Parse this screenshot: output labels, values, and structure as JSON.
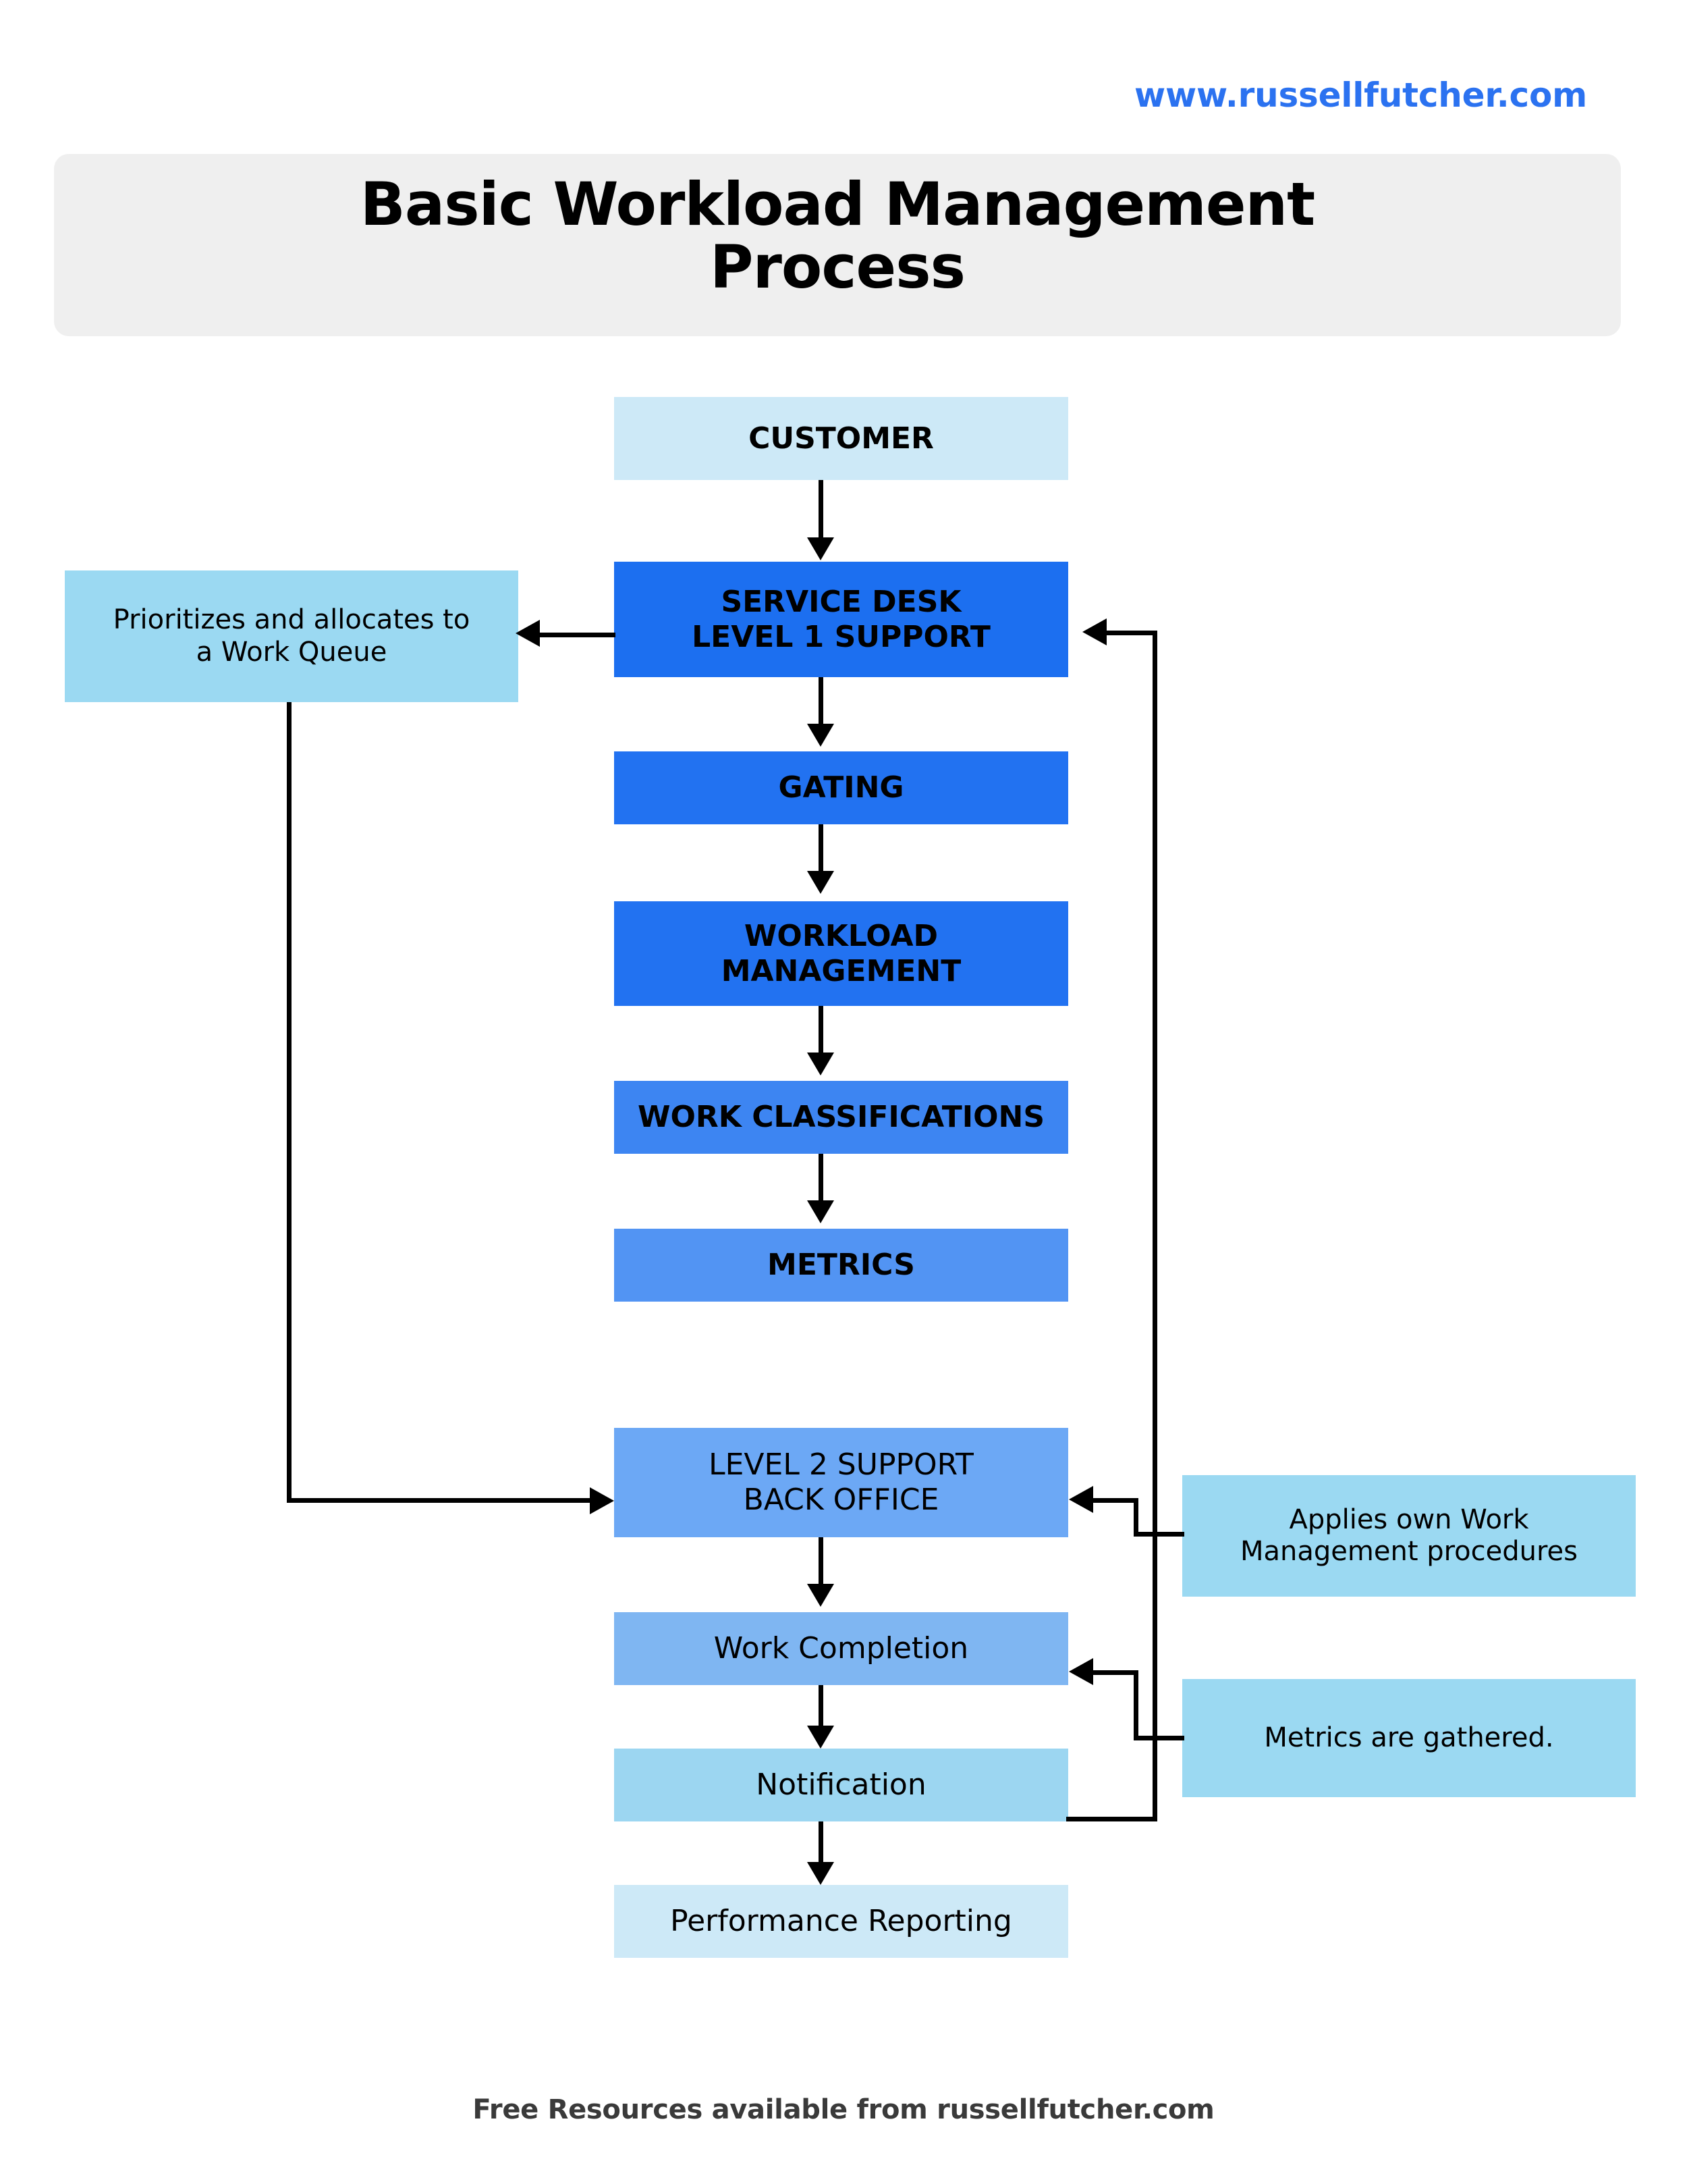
{
  "header": {
    "url": "www.russellfutcher.com",
    "title_line1": "Basic Workload Management",
    "title_line2": "Process",
    "title_bg": "#EFEFEF",
    "url_color": "#2B72F0"
  },
  "footer": {
    "text": "Free Resources available from russellfutcher.com"
  },
  "flow": {
    "nodes": [
      {
        "id": "customer",
        "label": "CUSTOMER",
        "label2": "",
        "bg": "#CDE9F7",
        "bold": true,
        "font": 44
      },
      {
        "id": "service-desk",
        "label": "SERVICE DESK",
        "label2": "LEVEL 1 SUPPORT",
        "bg": "#1C6FF0",
        "bold": true,
        "font": 44
      },
      {
        "id": "gating",
        "label": "GATING",
        "label2": "",
        "bg": "#2272F1",
        "bold": true,
        "font": 44
      },
      {
        "id": "workload-management",
        "label": "WORKLOAD",
        "label2": "MANAGEMENT",
        "bg": "#2272F1",
        "bold": true,
        "font": 44
      },
      {
        "id": "work-classifications",
        "label": "WORK CLASSIFICATIONS",
        "label2": "",
        "bg": "#3D85F2",
        "bold": true,
        "font": 44
      },
      {
        "id": "metrics",
        "label": "METRICS",
        "label2": "",
        "bg": "#5294F3",
        "bold": true,
        "font": 44
      },
      {
        "id": "level-2-support",
        "label": "LEVEL 2 SUPPORT",
        "label2": "BACK OFFICE",
        "bg": "#6CA8F5",
        "bold": false,
        "font": 44
      },
      {
        "id": "work-completion",
        "label": "Work Completion",
        "label2": "",
        "bg": "#7FB6F2",
        "bold": false,
        "font": 44
      },
      {
        "id": "notification",
        "label": "Notification",
        "label2": "",
        "bg": "#9CD6F1",
        "bold": false,
        "font": 44
      },
      {
        "id": "performance-reporting",
        "label": "Performance Reporting",
        "label2": "",
        "bg": "#CDE9F7",
        "bold": false,
        "font": 44
      }
    ],
    "annotations": [
      {
        "id": "prioritizes-allocates",
        "label": "Prioritizes and allocates to",
        "label2": "a Work Queue",
        "bg": "#9BD9F2",
        "font": 40
      },
      {
        "id": "applies-own-work",
        "label": "Applies own Work",
        "label2": "Management procedures",
        "bg": "#9BD9F2",
        "font": 40
      },
      {
        "id": "metrics-gathered",
        "label": "Metrics are gathered.",
        "label2": "",
        "bg": "#9BD9F2",
        "font": 40
      }
    ],
    "connector_color": "#000000"
  }
}
